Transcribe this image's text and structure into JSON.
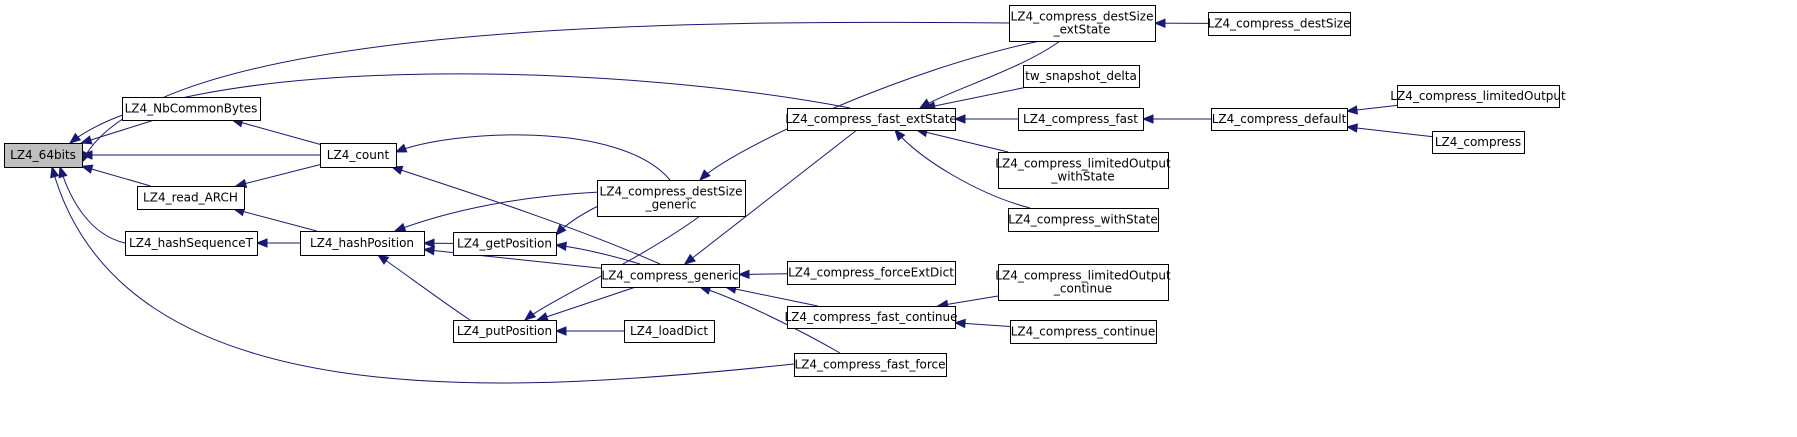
{
  "colors": {
    "edge": "#191970",
    "node_fill": "#ffffff",
    "root_fill": "#bfbfbf",
    "border": "#000000"
  },
  "nodes": [
    {
      "id": "n0",
      "lines": [
        "LZ4_64bits"
      ],
      "root": true
    },
    {
      "id": "n1",
      "lines": [
        "LZ4_NbCommonBytes"
      ]
    },
    {
      "id": "n2",
      "lines": [
        "LZ4_count"
      ]
    },
    {
      "id": "n3",
      "lines": [
        "LZ4_compress_destSize",
        "_generic"
      ]
    },
    {
      "id": "n4",
      "lines": [
        "LZ4_compress_destSize",
        "_extState"
      ]
    },
    {
      "id": "n5",
      "lines": [
        "LZ4_compress_destSize"
      ]
    },
    {
      "id": "n6",
      "lines": [
        "LZ4_compress_generic"
      ]
    },
    {
      "id": "n7",
      "lines": [
        "LZ4_compress_fast_extState"
      ]
    },
    {
      "id": "n8",
      "lines": [
        "tw_snapshot_delta"
      ]
    },
    {
      "id": "n9",
      "lines": [
        "LZ4_compress_fast"
      ]
    },
    {
      "id": "n10",
      "lines": [
        "LZ4_compress_default"
      ]
    },
    {
      "id": "n11",
      "lines": [
        "LZ4_compress_limitedOutput"
      ]
    },
    {
      "id": "n12",
      "lines": [
        "LZ4_compress"
      ]
    },
    {
      "id": "n13",
      "lines": [
        "LZ4_compress_limitedOutput",
        "_withState"
      ]
    },
    {
      "id": "n14",
      "lines": [
        "LZ4_compress_withState"
      ]
    },
    {
      "id": "n15",
      "lines": [
        "LZ4_compress_forceExtDict"
      ]
    },
    {
      "id": "n16",
      "lines": [
        "LZ4_compress_fast_continue"
      ]
    },
    {
      "id": "n17",
      "lines": [
        "LZ4_compress_limitedOutput",
        "_continue"
      ]
    },
    {
      "id": "n18",
      "lines": [
        "LZ4_compress_continue"
      ]
    },
    {
      "id": "n19",
      "lines": [
        "LZ4_compress_fast_force"
      ]
    },
    {
      "id": "n20",
      "lines": [
        "LZ4_read_ARCH"
      ]
    },
    {
      "id": "n21",
      "lines": [
        "LZ4_hashPosition"
      ]
    },
    {
      "id": "n22",
      "lines": [
        "LZ4_getPosition"
      ]
    },
    {
      "id": "n23",
      "lines": [
        "LZ4_putPosition"
      ]
    },
    {
      "id": "n24",
      "lines": [
        "LZ4_loadDict"
      ]
    },
    {
      "id": "n25",
      "lines": [
        "LZ4_hashSequenceT"
      ]
    }
  ],
  "edges": [
    {
      "from": "n1",
      "to": "n0"
    },
    {
      "from": "n2",
      "to": "n0"
    },
    {
      "from": "n20",
      "to": "n0"
    },
    {
      "from": "n25",
      "to": "n0"
    },
    {
      "from": "n4",
      "to": "n0"
    },
    {
      "from": "n7",
      "to": "n0"
    },
    {
      "from": "n19",
      "to": "n0"
    },
    {
      "from": "n2",
      "to": "n1"
    },
    {
      "from": "n3",
      "to": "n2"
    },
    {
      "from": "n6",
      "to": "n2"
    },
    {
      "from": "n4",
      "to": "n3"
    },
    {
      "from": "n5",
      "to": "n4"
    },
    {
      "from": "n7",
      "to": "n6"
    },
    {
      "from": "n15",
      "to": "n6"
    },
    {
      "from": "n16",
      "to": "n6"
    },
    {
      "from": "n19",
      "to": "n6"
    },
    {
      "from": "n4",
      "to": "n7"
    },
    {
      "from": "n8",
      "to": "n7"
    },
    {
      "from": "n9",
      "to": "n7"
    },
    {
      "from": "n13",
      "to": "n7"
    },
    {
      "from": "n14",
      "to": "n7"
    },
    {
      "from": "n10",
      "to": "n9"
    },
    {
      "from": "n11",
      "to": "n10"
    },
    {
      "from": "n12",
      "to": "n10"
    },
    {
      "from": "n17",
      "to": "n16"
    },
    {
      "from": "n18",
      "to": "n16"
    },
    {
      "from": "n2",
      "to": "n20"
    },
    {
      "from": "n21",
      "to": "n20"
    },
    {
      "from": "n3",
      "to": "n21"
    },
    {
      "from": "n6",
      "to": "n21"
    },
    {
      "from": "n22",
      "to": "n21"
    },
    {
      "from": "n23",
      "to": "n21"
    },
    {
      "from": "n3",
      "to": "n22"
    },
    {
      "from": "n6",
      "to": "n22"
    },
    {
      "from": "n3",
      "to": "n23"
    },
    {
      "from": "n6",
      "to": "n23"
    },
    {
      "from": "n24",
      "to": "n23"
    },
    {
      "from": "n21",
      "to": "n25"
    }
  ]
}
